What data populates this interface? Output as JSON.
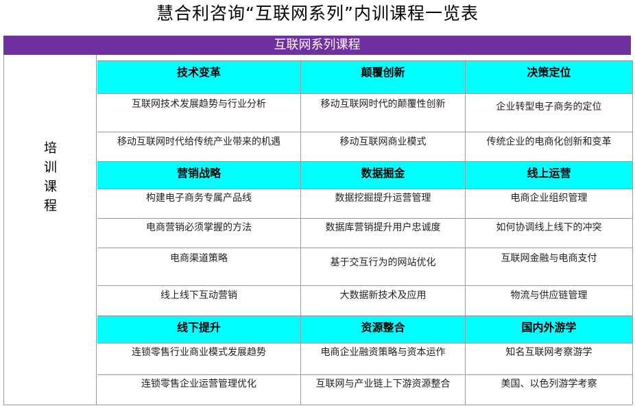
{
  "page": {
    "title": "慧合利咨询“互联网系列”内训课程一览表",
    "banner": "互联网系列课程",
    "left_label": [
      "培",
      "训",
      "课",
      "程"
    ]
  },
  "sections": [
    {
      "headers": [
        "技术变革",
        "颠覆创新",
        "决策定位"
      ],
      "rows": [
        [
          "互联网技术发展趋势与行业分析",
          "移动互联网时代的颠覆性创新",
          "企业转型电子商务的定位"
        ],
        [
          "移动互联网时代给传统产业带来的机遇",
          "移动互联网商业模式",
          "传统企业的电商化创新和变革"
        ]
      ]
    },
    {
      "headers": [
        "营销战略",
        "数据掘金",
        "线上运营"
      ],
      "rows": [
        [
          "构建电子商务专属产品线",
          "数据挖掘提升运营管理",
          "电商企业组织管理"
        ],
        [
          "电商营销必须掌握的方法",
          "数据库营销提升用户忠诚度",
          "如何协调线上线下的冲突"
        ],
        [
          "电商渠道策略",
          "基于交互行为的网站优化",
          "互联网金融与电商支付"
        ],
        [
          "线上线下互动营销",
          "大数据新技术及应用",
          "物流与供应链管理"
        ]
      ]
    },
    {
      "headers": [
        "线下提升",
        "资源整合",
        "国内外游学"
      ],
      "rows": [
        [
          "连锁零售行业商业模式发展趋势",
          "电商企业融资策略与资本运作",
          "知名互联网考察游学"
        ],
        [
          "连锁零售企业运营管理优化",
          "互联网与产业链上下游资源整合",
          "美国、以色列游学考察"
        ]
      ]
    }
  ],
  "colors": {
    "banner_bg": "#7030a0",
    "header_bg": "#00ffff",
    "grid": "#9a9a9a"
  }
}
